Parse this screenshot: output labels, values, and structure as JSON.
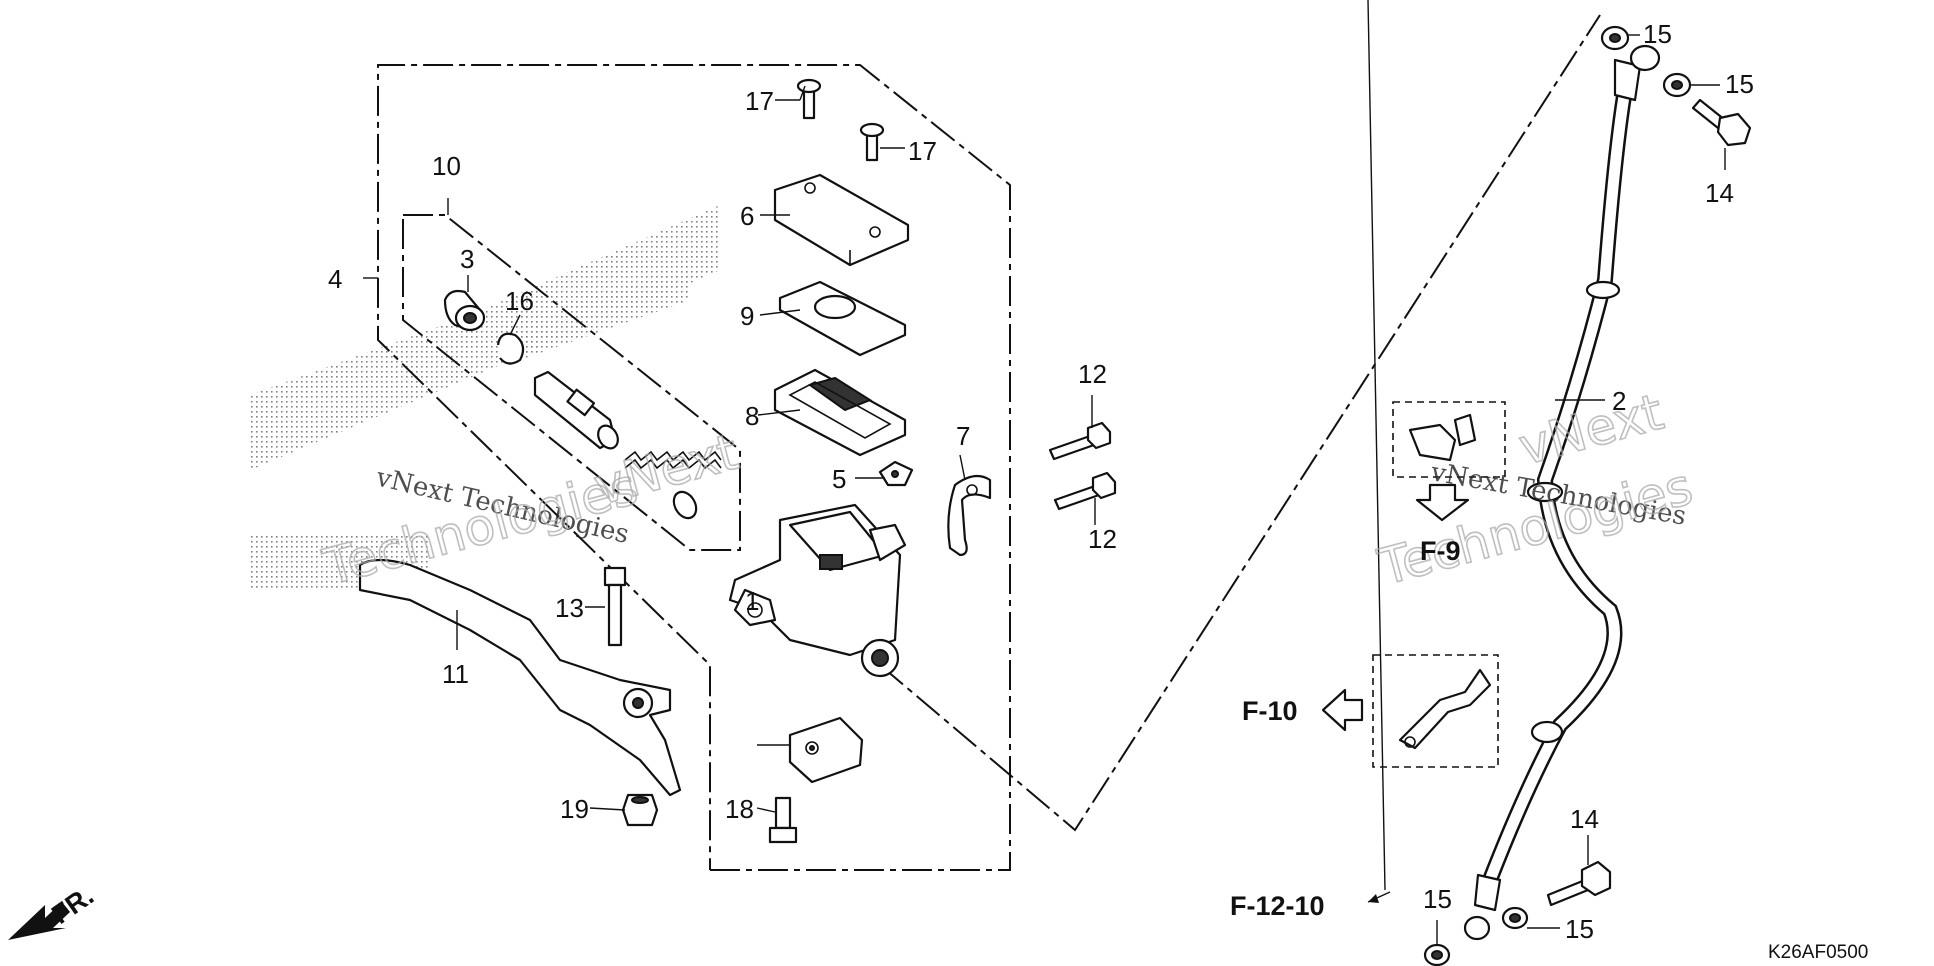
{
  "diagram_code": "K26AF0500",
  "watermark": {
    "company": "vNext Technologies",
    "word1": "vNext",
    "word2": "Technologies"
  },
  "direction_label": "FR.",
  "references": {
    "f9": "F-9",
    "f10": "F-10",
    "f12_10": "F-12-10"
  },
  "callouts": [
    "1",
    "2",
    "3",
    "4",
    "5",
    "6",
    "7",
    "8",
    "9",
    "10",
    "11",
    "12",
    "12",
    "13",
    "14",
    "14",
    "15",
    "15",
    "15",
    "15",
    "16",
    "17",
    "17",
    "18",
    "19"
  ]
}
